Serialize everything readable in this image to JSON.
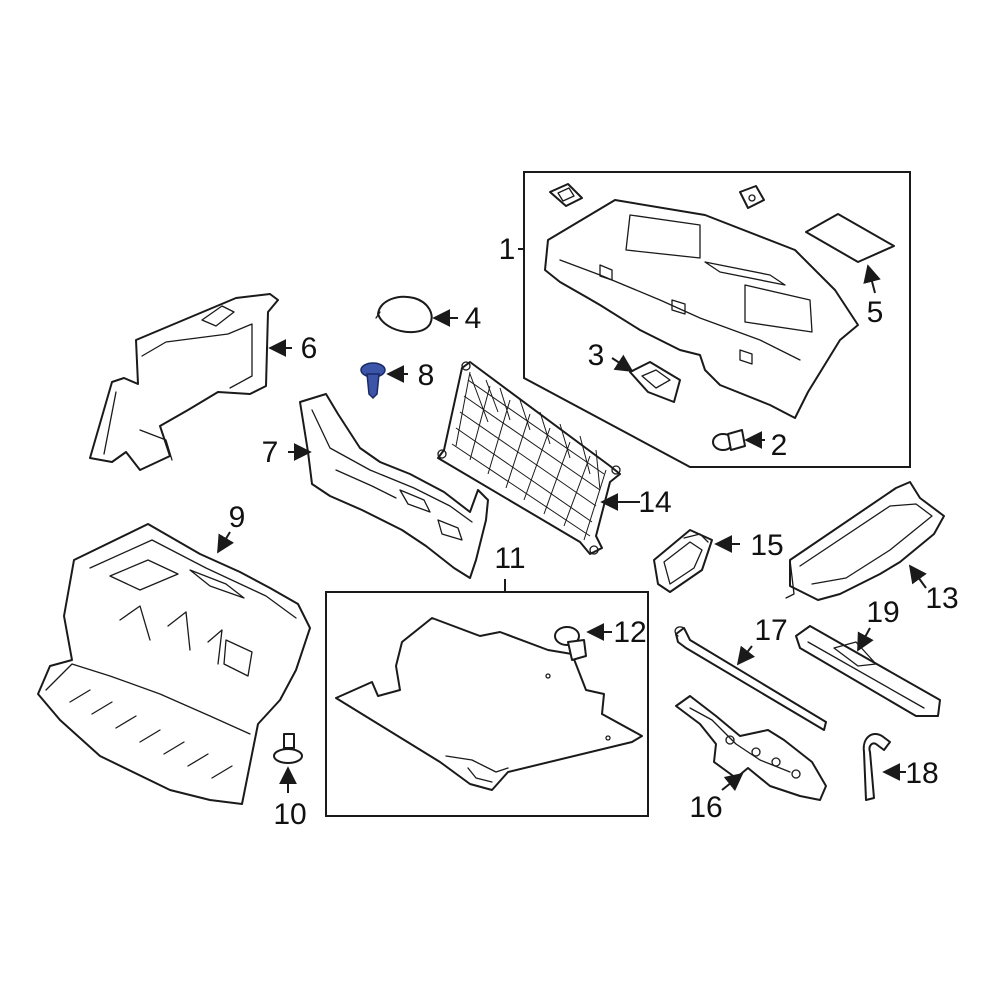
{
  "callouts": {
    "n1": "1",
    "n2": "2",
    "n3": "3",
    "n4": "4",
    "n5": "5",
    "n6": "6",
    "n7": "7",
    "n8": "8",
    "n9": "9",
    "n10": "10",
    "n11": "11",
    "n12": "12",
    "n13": "13",
    "n14": "14",
    "n15": "15",
    "n16": "16",
    "n17": "17",
    "n18": "18",
    "n19": "19"
  },
  "colors": {
    "line": "#1a1a1a",
    "highlight_part": "#3d55a8",
    "background": "#ffffff"
  },
  "highlighted_part": "8"
}
